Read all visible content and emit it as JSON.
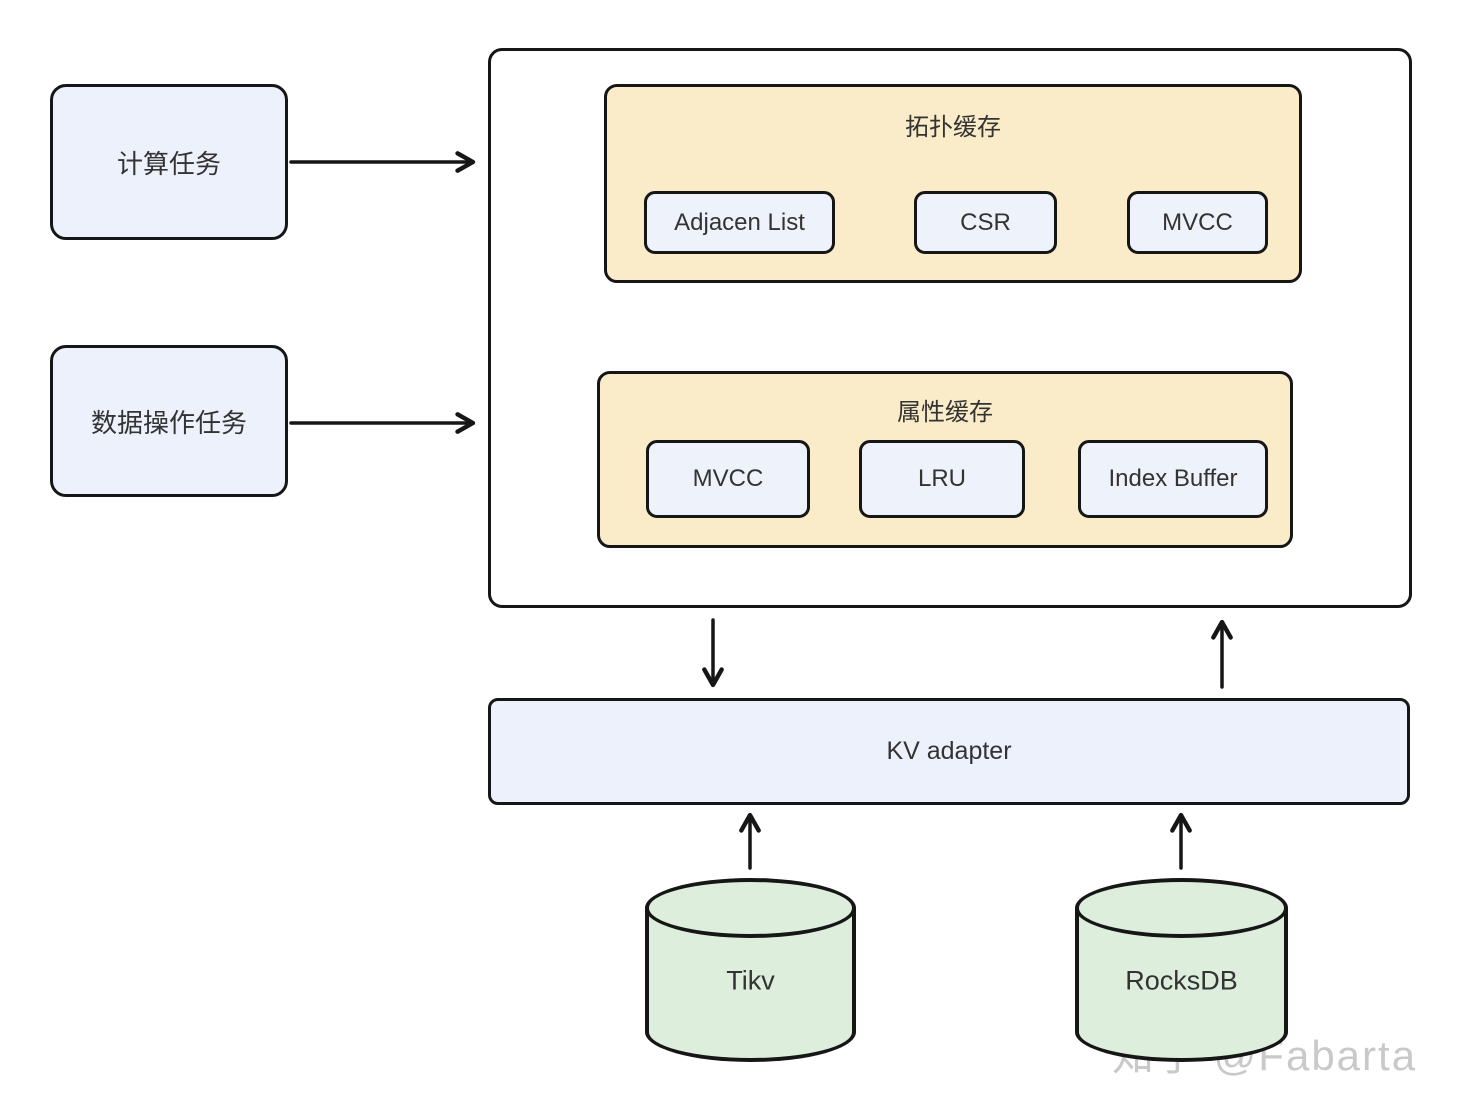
{
  "diagram": {
    "tasks": [
      {
        "label": "计算任务"
      },
      {
        "label": "数据操作任务"
      }
    ],
    "cache_engine": {
      "topology_cache": {
        "title": "拓扑缓存",
        "items": [
          {
            "label": "Adjacen List"
          },
          {
            "label": "CSR"
          },
          {
            "label": "MVCC"
          }
        ]
      },
      "attribute_cache": {
        "title": "属性缓存",
        "items": [
          {
            "label": "MVCC"
          },
          {
            "label": "LRU"
          },
          {
            "label": "Index Buffer"
          }
        ]
      }
    },
    "kv_adapter": {
      "label": "KV adapter"
    },
    "storages": [
      {
        "label": "Tikv"
      },
      {
        "label": "RocksDB"
      }
    ],
    "watermark": {
      "text": "知乎 @Fabarta"
    },
    "colors": {
      "task_fill": "#edf1fb",
      "cache_fill": "#faecc8",
      "chip_fill": "#eef2fb",
      "kv_fill": "#ecf1fb",
      "storage_fill": "#ddeedd",
      "stroke": "#161616",
      "text": "#333333",
      "watermark": "#c9c9c9"
    }
  }
}
